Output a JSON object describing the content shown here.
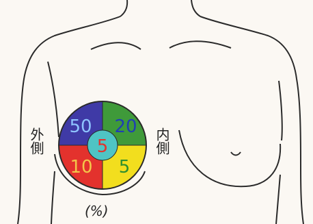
{
  "labels": {
    "outer": "外側",
    "inner": "内側",
    "unit": "(%)"
  },
  "quadrants": {
    "upper_outer": {
      "value": "50",
      "fill": "#3f3aa6",
      "text_color": "#8fc4ff"
    },
    "upper_inner": {
      "value": "20",
      "fill": "#3f9a3a",
      "text_color": "#1f3fb4"
    },
    "lower_outer": {
      "value": "10",
      "fill": "#e3322d",
      "text_color": "#f3c64a"
    },
    "lower_inner": {
      "value": "5",
      "fill": "#f2de1e",
      "text_color": "#2f8f2f"
    },
    "center": {
      "value": "5",
      "fill": "#4fc4c4",
      "text_color": "#e3322d"
    }
  },
  "colors": {
    "outline": "#2a2a2a",
    "background": "#fbf8f3"
  }
}
